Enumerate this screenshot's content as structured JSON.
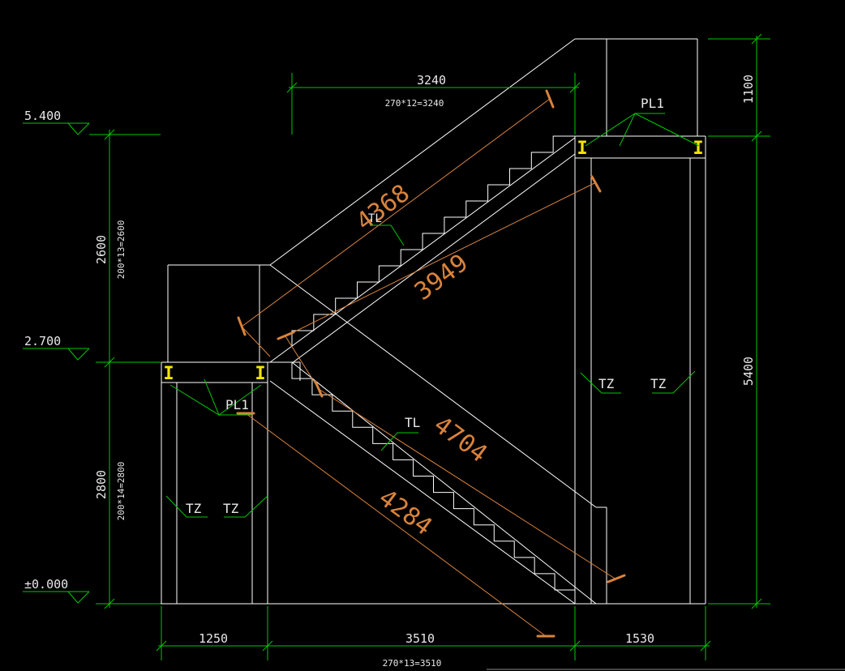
{
  "colors": {
    "background": "#000000",
    "structure": "#ffffff",
    "dimension": "#00c800",
    "callout": "#00c800",
    "slope_dimension": "#d9833c",
    "beam_marker": "#f2e600"
  },
  "levels": {
    "top": "5.400",
    "middle": "2.700",
    "ground": "±0.000"
  },
  "dims_top": {
    "value": "3240",
    "formula": "270*12=3240"
  },
  "dims_bottom": {
    "left": "1250",
    "middle": "3510",
    "right": "1530",
    "formula": "270*13=3510"
  },
  "dims_left": {
    "upper": "2600",
    "upper_formula": "200*13=2600",
    "lower": "2800",
    "lower_formula": "200*14=2800"
  },
  "dims_right": {
    "top": "1100",
    "total": "5400"
  },
  "slope_dims": {
    "upper_outer": "4368",
    "upper_inner": "3949",
    "lower_outer": "4704",
    "lower_inner": "4284"
  },
  "callouts": {
    "pl1_upper": "PL1",
    "pl1_lower": "PL1",
    "tl_upper": "TL",
    "tl_lower": "TL",
    "tz_right_a": "TZ",
    "tz_right_b": "TZ",
    "tz_left_a": "TZ",
    "tz_left_b": "TZ"
  },
  "beam_symbol": "I"
}
